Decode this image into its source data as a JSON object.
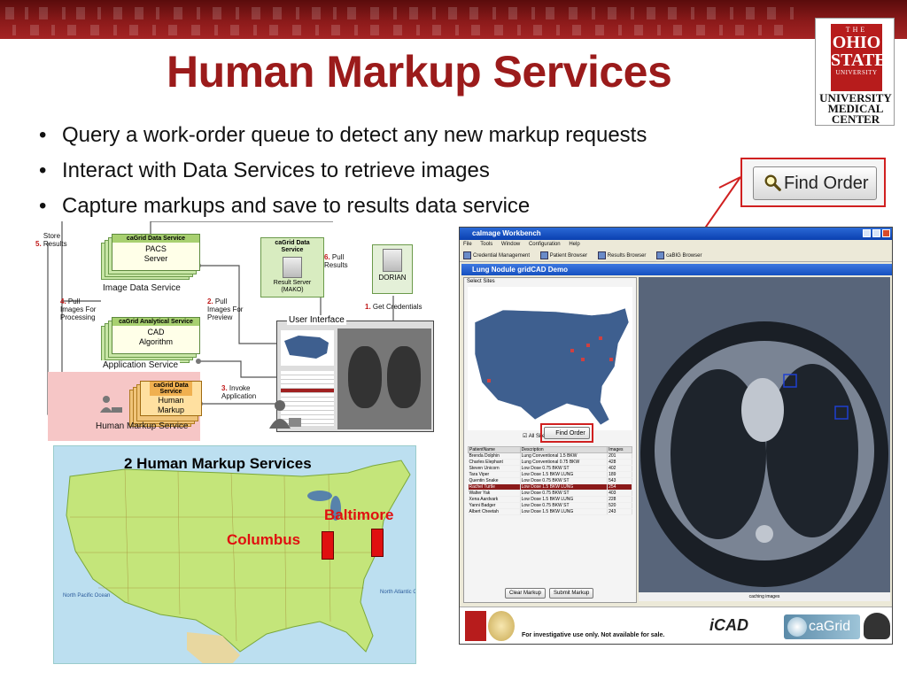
{
  "slide": {
    "title": "Human Markup Services",
    "bullets": [
      "Query a work-order queue to detect any new markup requests",
      "Interact with Data Services to retrieve images",
      "Capture markups and save to results data service"
    ]
  },
  "logo": {
    "the": "THE",
    "ohio": "OHIO",
    "state": "STATE",
    "university": "UNIVERSITY",
    "line1": "UNIVERSITY",
    "line2": "MEDICAL",
    "line3": "CENTER",
    "brand_color": "#b71c1c"
  },
  "callout": {
    "find_order_label": "Find Order"
  },
  "diagram": {
    "step5_num": "5.",
    "step5_label": "Store Results",
    "step4_num": "4.",
    "step4_label": "Pull Images For Processing",
    "step2_num": "2.",
    "step2_label": "Pull Images For Preview",
    "step6_num": "6.",
    "step6_label": "Pull Results",
    "step1_num": "1.",
    "step1_label": "Get Credentials",
    "step3_num": "3.",
    "step3_label": "Invoke Application",
    "pacs_hdr": "caGrid Data Service",
    "pacs_name": "PACS Server",
    "image_data_service": "Image Data Service",
    "cad_hdr": "caGrid Analytical Service",
    "cad_name": "CAD Algorithm",
    "application_service": "Application Service",
    "human_hdr": "caGrid Data Service",
    "human_name": "Human Markup",
    "human_markup_service": "Human Markup Service",
    "result_hdr": "caGrid Data Service",
    "result_name": "Result Server (MAKO)",
    "dorian": "DORIAN",
    "user_interface": "User Interface"
  },
  "usmap": {
    "title": "2 Human Markup Services",
    "city1": "Baltimore",
    "city2": "Columbus",
    "marker_color": "#e01010"
  },
  "workbench": {
    "title": "caImage Workbench",
    "menu": [
      "File",
      "Tools",
      "Window",
      "Configuration",
      "Help"
    ],
    "toolbar": [
      "Credential Management",
      "Patient Browser",
      "Results Browser",
      "caBIG Browser"
    ],
    "inner_title": "Lung Nodule gridCAD Demo",
    "select_sites": "Select Sites",
    "all_sites": "All Sites",
    "find_order": "Find Order",
    "columns": [
      "PatientName",
      "Description",
      "Images"
    ],
    "rows": [
      [
        "Brenda Dolphin",
        "Lung Conventional 1.5 BKW",
        "201"
      ],
      [
        "Charles Elephant",
        "Lung Conventional 0.75 BKW",
        "428"
      ],
      [
        "Steven Unicorn",
        "Low Dose 0.75 BKW ST",
        "402"
      ],
      [
        "Tara Viper",
        "Low Dose 1.5 BKW LUNG",
        "189"
      ],
      [
        "Quentin Snake",
        "Low Dose 0.75 BKW ST",
        "543"
      ],
      [
        "Rachel Turtle",
        "Low Dose 1.5 BKW LUNG",
        "254"
      ],
      [
        "Walter Yak",
        "Low Dose 0.75 BKW ST",
        "403"
      ],
      [
        "Xena Aardvark",
        "Low Dose 1.5 BKW LUNG",
        "228"
      ],
      [
        "Yanni Badger",
        "Low Dose 0.75 BKW ST",
        "520"
      ],
      [
        "Albert Cheetah",
        "Low Dose 1.5 BKW LUNG",
        "243"
      ]
    ],
    "selected_row": 5,
    "clear_markup": "Clear Markup",
    "submit_markup": "Submit Markup",
    "status": "caching images",
    "footer_note": "For investigative use only.  Not available for sale.",
    "icad": "iCAD",
    "cagrid": "caGrid"
  }
}
